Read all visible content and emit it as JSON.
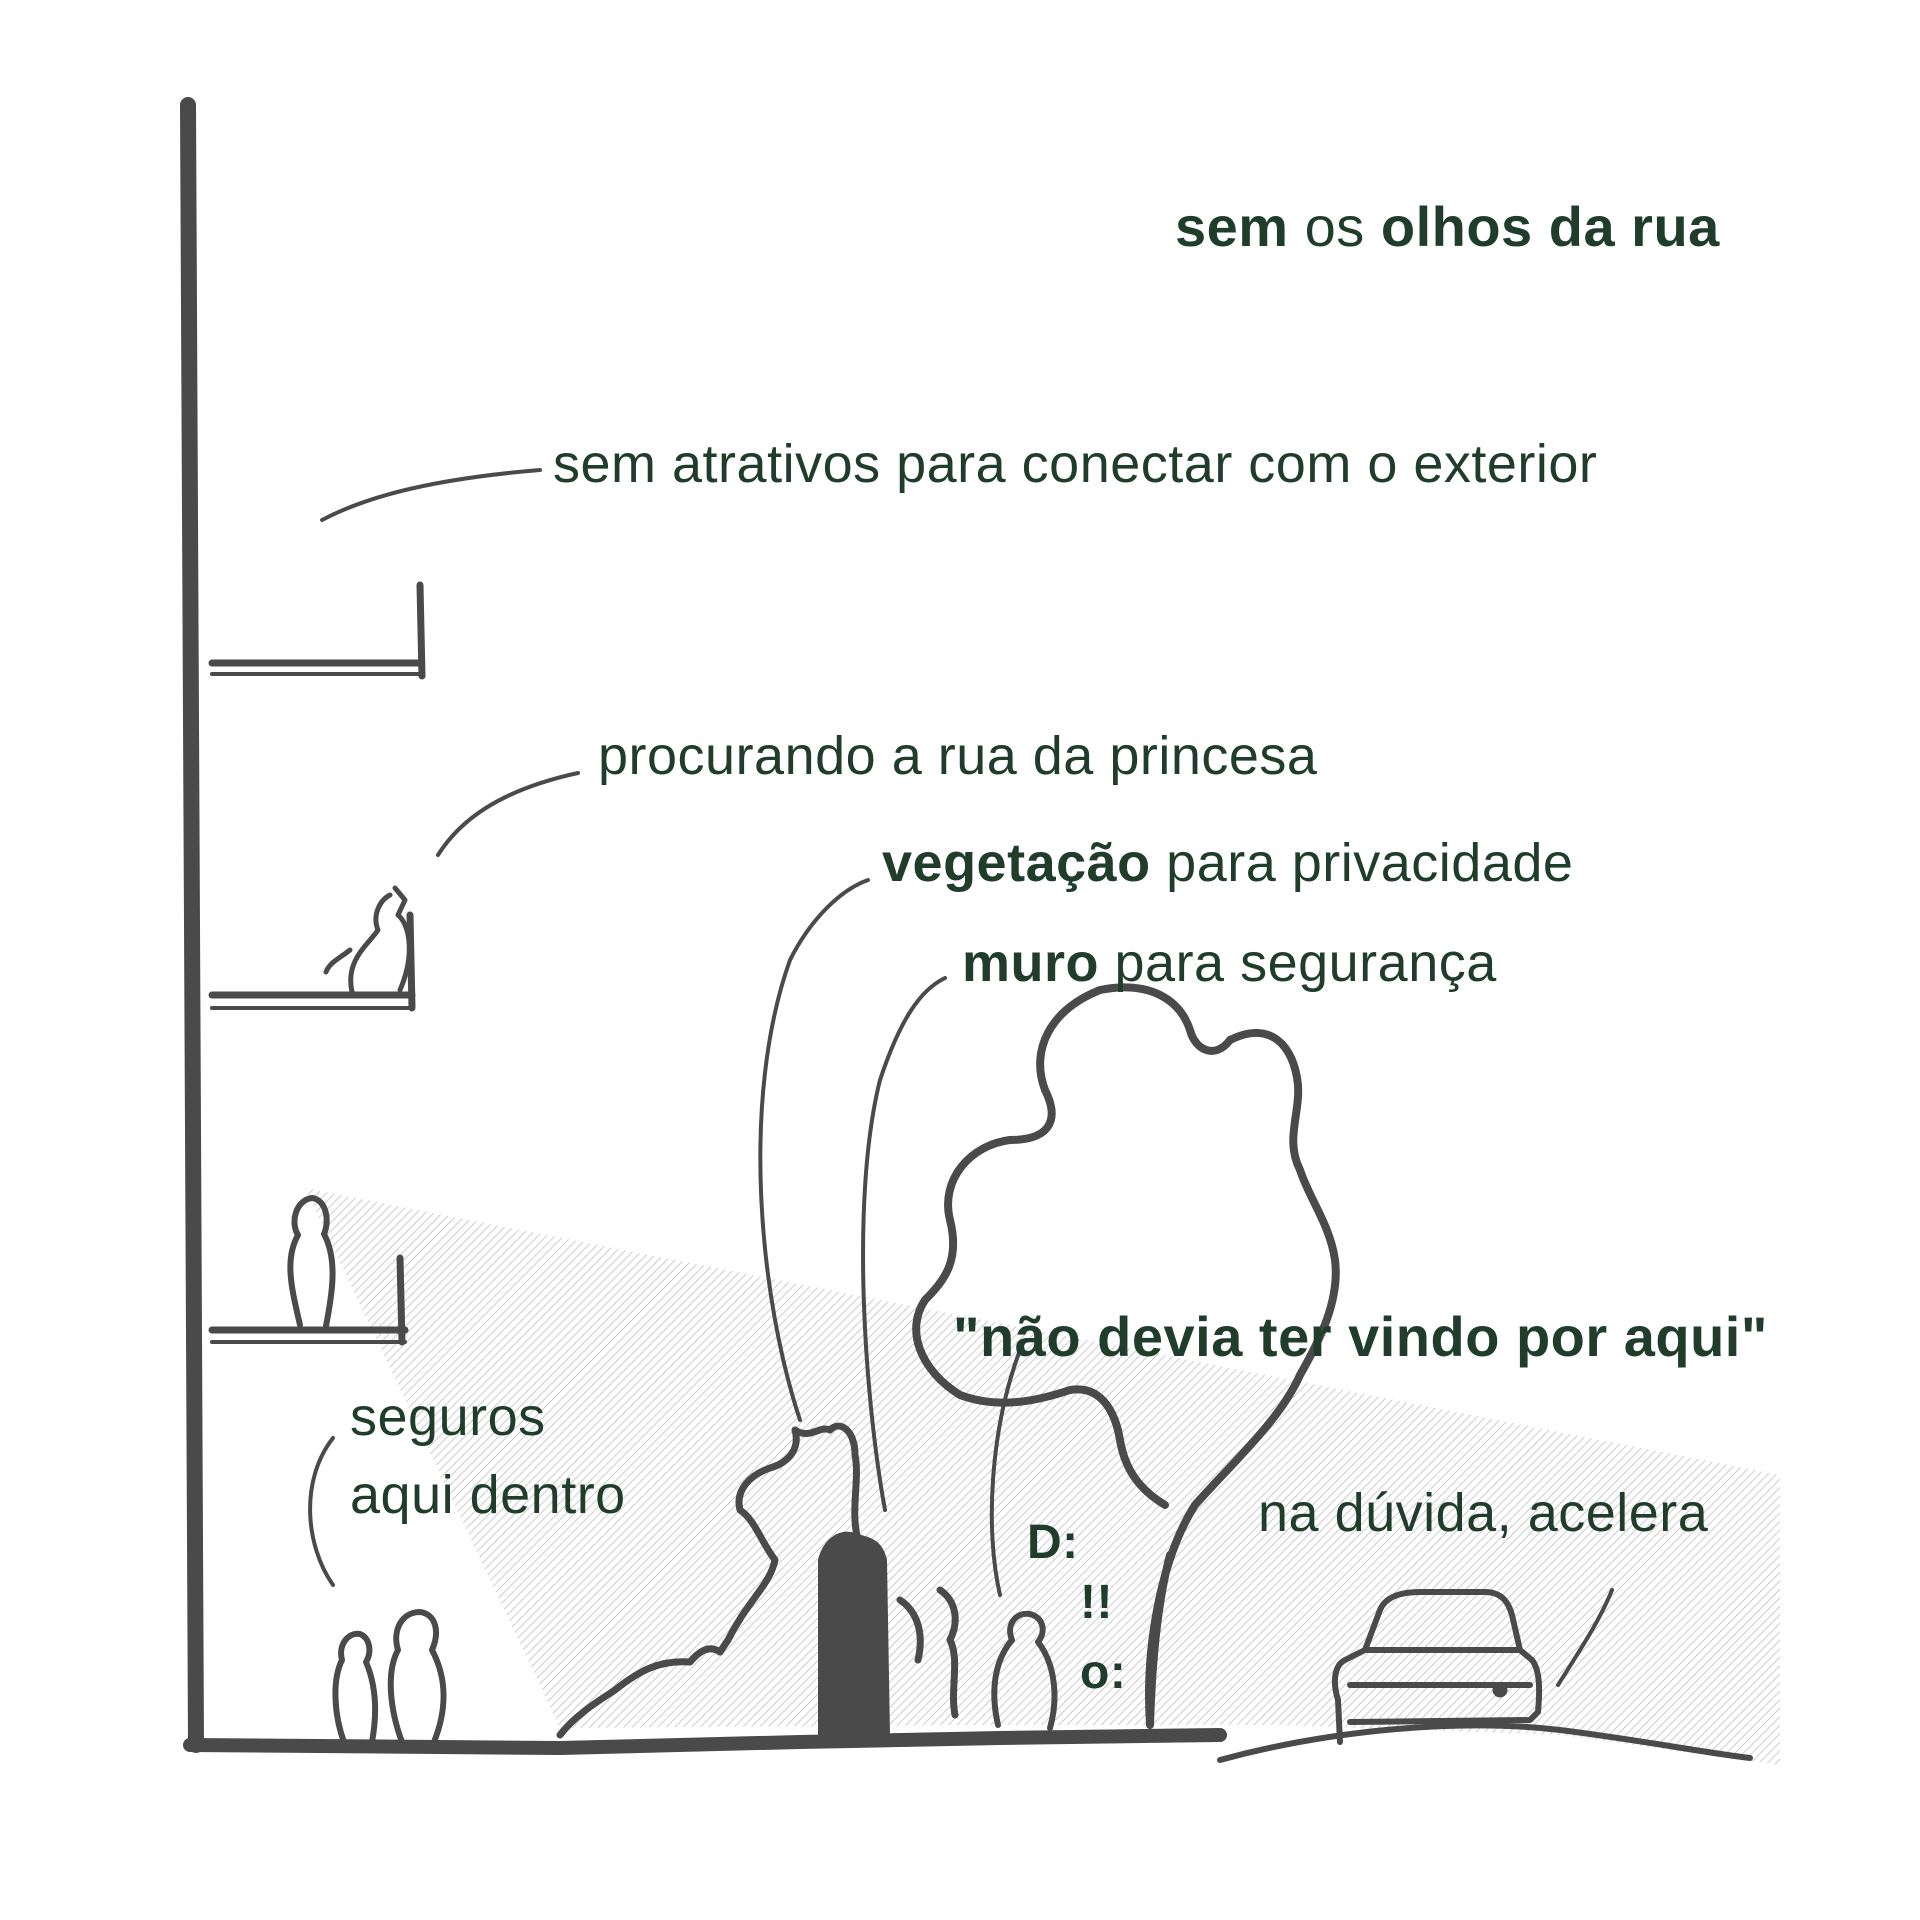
{
  "title": {
    "bold1": "sem",
    "mid": " os ",
    "bold2": "olhos da rua"
  },
  "labels": {
    "atrativos": "sem atrativos para conectar com o exterior",
    "princesa": "procurando a rua da princesa",
    "vegetacao_bold": "vegetação",
    "vegetacao_rest": " para privacidade",
    "muro_bold": "muro",
    "muro_rest": " para segurança",
    "nao_devia": "\"não devia ter vindo por aqui\"",
    "seguros_line1": "seguros",
    "seguros_line2": "aqui dentro",
    "duvida": "na dúvida, acelera",
    "emoji1": "D:",
    "emoji2": "!!",
    "emoji3": "o:"
  },
  "colors": {
    "text": "#1f3d2a",
    "sketch": "#4a4a4a",
    "hatch": "#bdbdbd",
    "background": "#ffffff"
  }
}
